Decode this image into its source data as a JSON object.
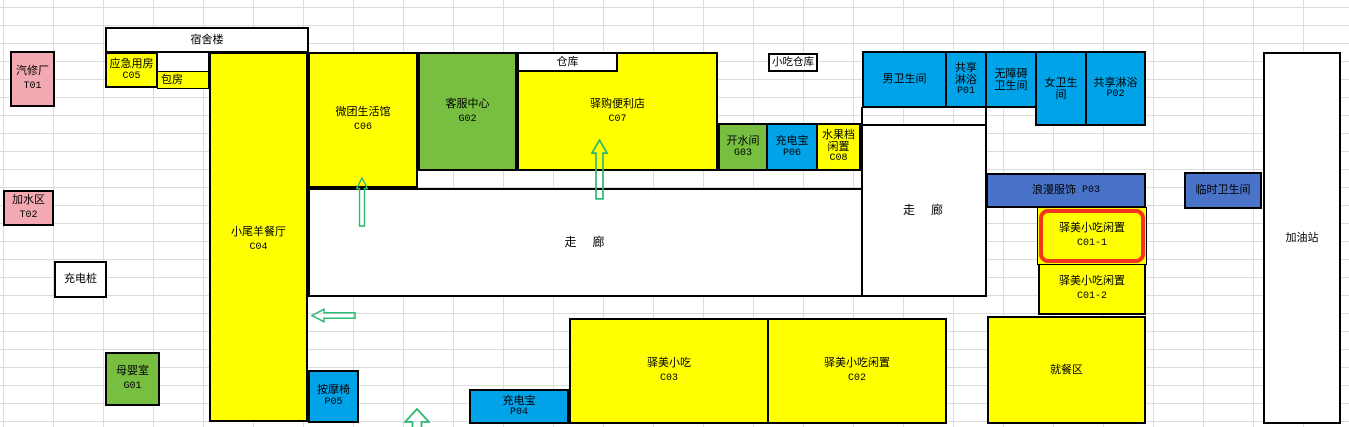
{
  "colors": {
    "background": "#FFFFFF",
    "grid_line": "#DCDCDC",
    "border_black": "#000000",
    "room_yellow": "#FFFF00",
    "room_green": "#77BE41",
    "room_cyan": "#00A3E8",
    "room_blue": "#4873C8",
    "room_pink": "#F2A9B1",
    "highlight_red": "#F4341C",
    "arrow_green": "#2EB873"
  },
  "rooms": {
    "t01": {
      "name": "汽修厂",
      "code": "T01"
    },
    "t02": {
      "name": "加水区",
      "code": "T02"
    },
    "dorm": {
      "name": "宿舍楼"
    },
    "c05": {
      "name": "应急用房",
      "code": "C05"
    },
    "baofang": {
      "name": "包房"
    },
    "c04": {
      "name": "小尾羊餐厅",
      "code": "C04"
    },
    "c06": {
      "name": "微团生活馆",
      "code": "C06"
    },
    "g02": {
      "name": "客服中心",
      "code": "G02"
    },
    "cangku": {
      "name": "仓库"
    },
    "c07": {
      "name": "驿购便利店",
      "code": "C07"
    },
    "snack_warehouse": {
      "name": "小吃仓库"
    },
    "g03": {
      "name": "开水间",
      "code": "G03"
    },
    "p06": {
      "name": "充电宝",
      "code": "P06"
    },
    "c08": {
      "name": "水果档\n闲置",
      "code": "C08"
    },
    "male_wc": {
      "name": "男卫生间"
    },
    "p01": {
      "name": "共享\n淋浴",
      "code": "P01"
    },
    "accessible_wc": {
      "name": "无障碍\n卫生间"
    },
    "female_wc": {
      "name": "女卫生\n间"
    },
    "p02": {
      "name": "共享淋浴",
      "code": "P02"
    },
    "corridor_main": {
      "name": "走　廊"
    },
    "corridor_east": {
      "name": "走　廊"
    },
    "p03": {
      "name": "浪漫服饰",
      "code": "P03"
    },
    "temp_wc": {
      "name": "临时卫生间"
    },
    "gas_station": {
      "name": "加油站"
    },
    "c01_1": {
      "name": "驿美小吃闲置",
      "code": "C01-1"
    },
    "c01_2": {
      "name": "驿美小吃闲置",
      "code": "C01-2"
    },
    "dining": {
      "name": "就餐区"
    },
    "c03": {
      "name": "驿美小吃",
      "code": "C03"
    },
    "c02": {
      "name": "驿美小吃闲置",
      "code": "C02"
    },
    "p04": {
      "name": "充电宝",
      "code": "P04"
    },
    "p05": {
      "name": "按摩椅",
      "code": "P05"
    },
    "g01": {
      "name": "母婴室",
      "code": "G01"
    },
    "charging_pile": {
      "name": "充电桩"
    }
  },
  "highlight": {
    "room": "驿美小吃闲置 C01-1",
    "style": "red rounded border"
  },
  "arrows": [
    {
      "direction": "up",
      "location": "c06-corridor-entrance"
    },
    {
      "direction": "up",
      "location": "c07-entrance"
    },
    {
      "direction": "left",
      "location": "south-of-c04"
    },
    {
      "direction": "up",
      "location": "bottom-walkway"
    }
  ]
}
